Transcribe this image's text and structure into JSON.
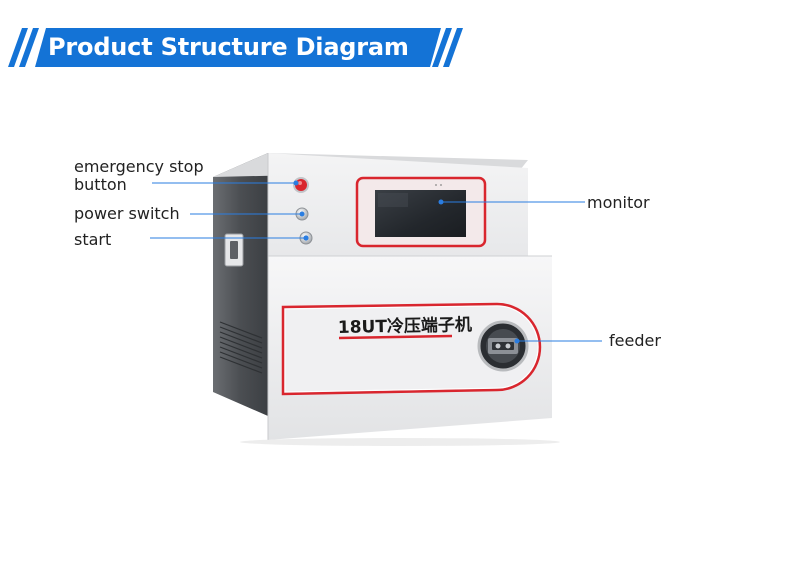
{
  "title": "Product Structure Diagram",
  "machine_label": "18UT冷压端子机",
  "callouts": {
    "emergency_stop_line1": "emergency stop",
    "emergency_stop_line2": "button",
    "power_switch": "power switch",
    "start": "start",
    "monitor": "monitor",
    "feeder": "feeder"
  },
  "colors": {
    "banner_blue": "#1473d6",
    "accent_red": "#d9262e",
    "pointer_blue": "#2a7de1"
  }
}
